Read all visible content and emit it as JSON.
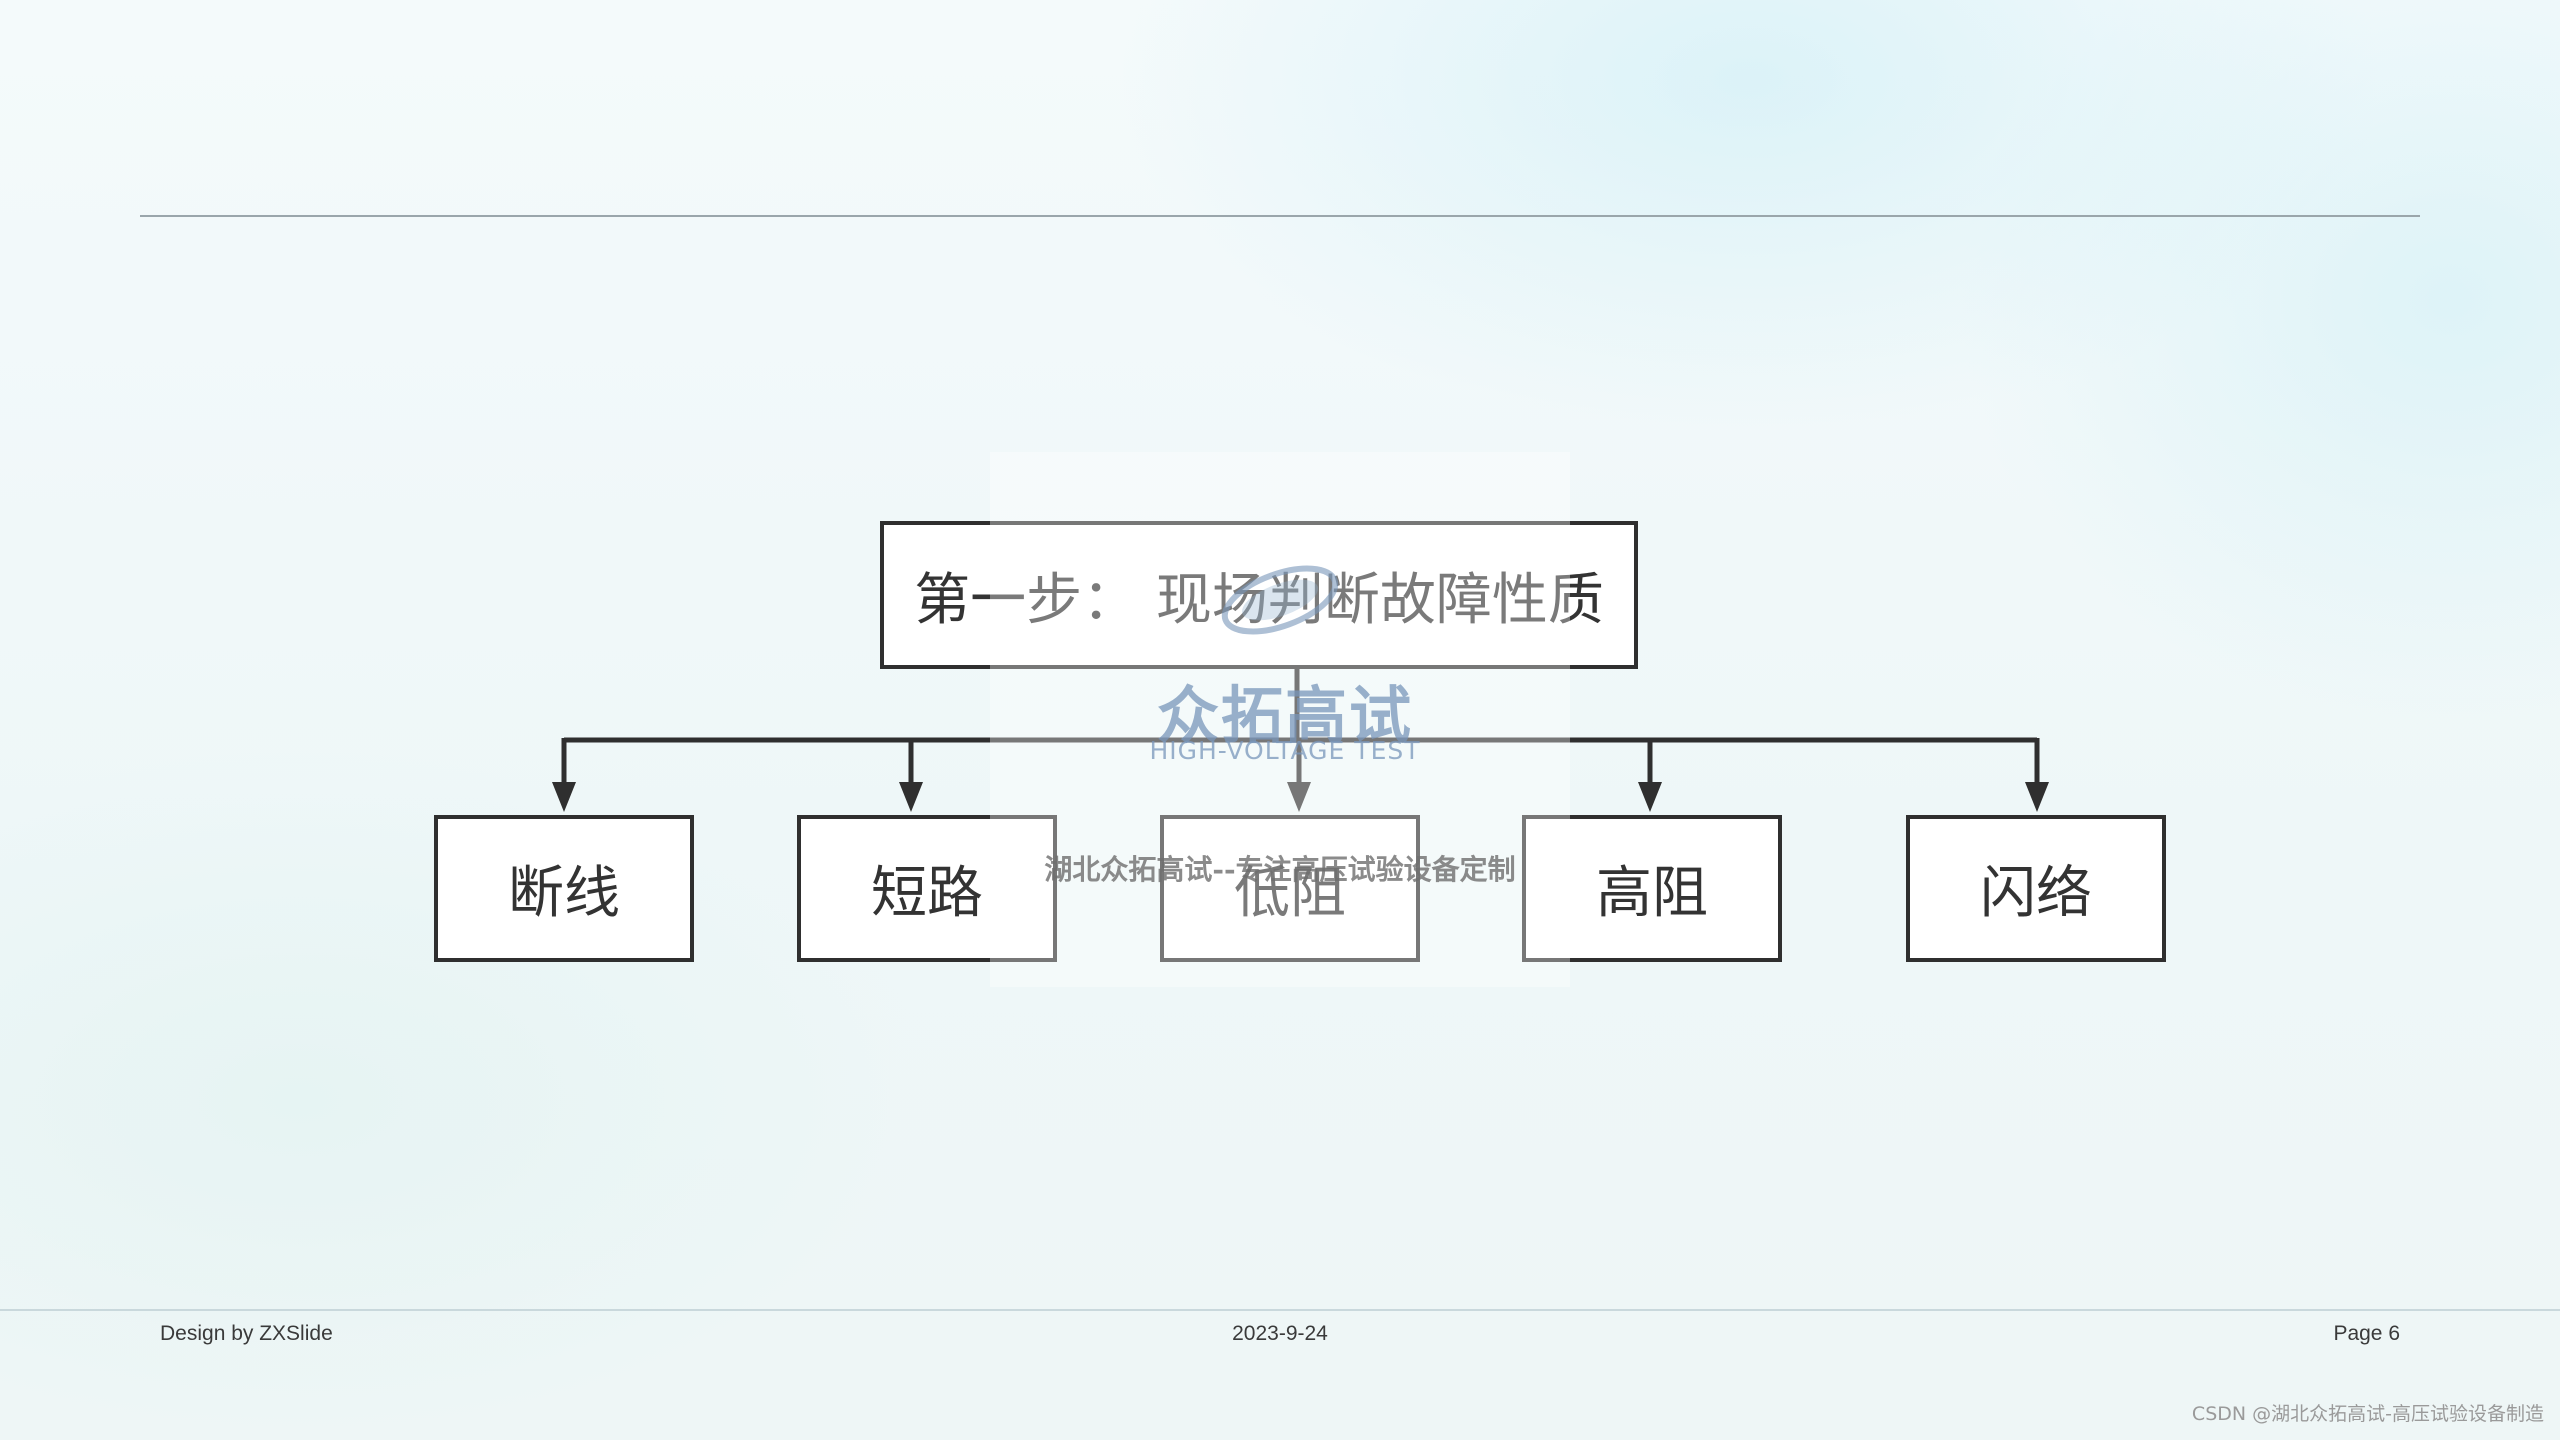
{
  "diagram": {
    "root": "第一步： 现场判断故障性质",
    "children": [
      "断线",
      "短路",
      "低阻",
      "高阻",
      "闪络"
    ]
  },
  "watermark": {
    "brand": "众拓高试",
    "brand_en": "HIGH-VOLTAGE TEST",
    "slogan": "湖北众拓高试--专注高压试验设备定制"
  },
  "footer": {
    "left": "Design by ZXSlide",
    "date": "2023-9-24",
    "page": "Page 6"
  },
  "source_watermark": "CSDN @湖北众拓高试-高压试验设备制造",
  "colors": {
    "line": "#2f2f2f",
    "watermark_blue": "#7896b9"
  }
}
